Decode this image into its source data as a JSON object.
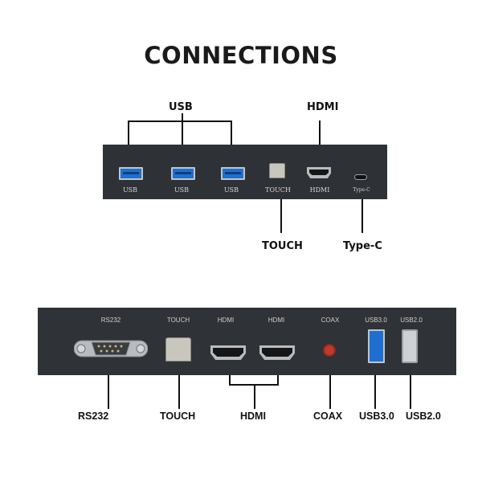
{
  "title": "CONNECTIONS",
  "panel_top": {
    "callouts": {
      "usb": "USB",
      "hdmi": "HDMI",
      "touch": "TOUCH",
      "typec": "Type-C"
    },
    "port_labels": [
      "USB",
      "USB",
      "USB",
      "TOUCH",
      "HDMI",
      "Type-C"
    ]
  },
  "panel_bottom": {
    "port_labels": [
      "RS232",
      "TOUCH",
      "HDMI",
      "HDMI",
      "COAX",
      "USB3.0",
      "USB2.0"
    ],
    "callouts": {
      "rs232": "RS232",
      "touch": "TOUCH",
      "hdmi": "HDMI",
      "coax": "COAX",
      "usb30": "USB3.0",
      "usb20": "USB2.0"
    }
  },
  "colors": {
    "panel": "#2e3135",
    "usb3_blue": "#1f6fd0",
    "coax_red": "#c0392b"
  },
  "icons": [
    "usb3-port-icon",
    "usb-b-port-icon",
    "hdmi-port-icon",
    "usb-c-port-icon",
    "db9-serial-port-icon",
    "coax-port-icon",
    "usb2-port-icon"
  ]
}
